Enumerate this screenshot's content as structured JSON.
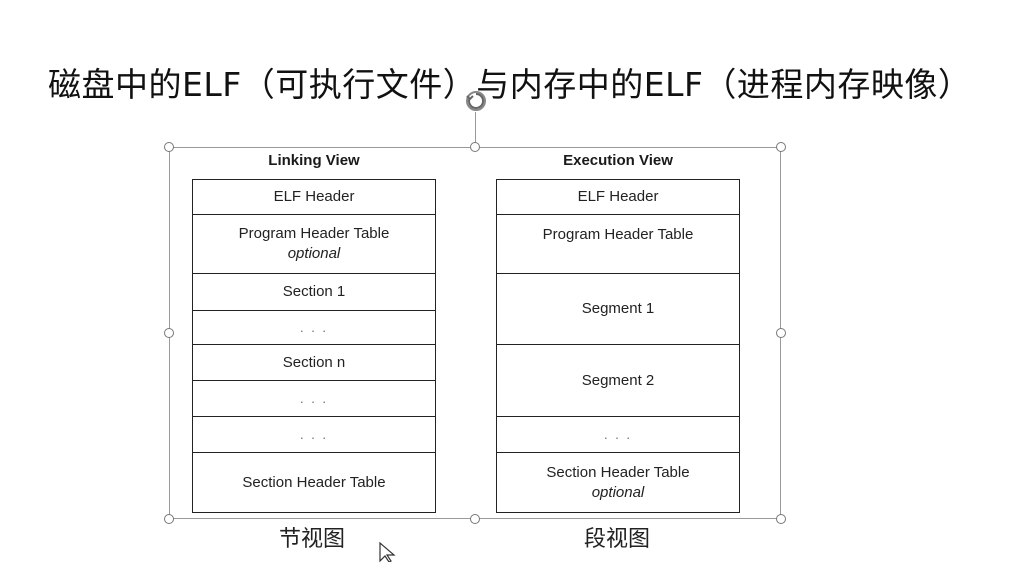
{
  "slide": {
    "title": "磁盘中的ELF（可执行文件）与内存中的ELF（进程内存映像）"
  },
  "linking_view": {
    "heading": "Linking View",
    "caption": "节视图",
    "cells": [
      {
        "label": "ELF Header",
        "sub": ""
      },
      {
        "label": "Program Header Table",
        "sub": "optional"
      },
      {
        "label": "Section 1",
        "sub": ""
      },
      {
        "label": ". . .",
        "sub": ""
      },
      {
        "label": "Section n",
        "sub": ""
      },
      {
        "label": ". . .",
        "sub": ""
      },
      {
        "label": ". . .",
        "sub": ""
      },
      {
        "label": "Section Header Table",
        "sub": ""
      }
    ]
  },
  "execution_view": {
    "heading": "Execution View",
    "caption": "段视图",
    "cells": [
      {
        "label": "ELF Header",
        "sub": ""
      },
      {
        "label": "Program Header Table",
        "sub": ""
      },
      {
        "label": "Segment 1",
        "sub": ""
      },
      {
        "label": "Segment 2",
        "sub": ""
      },
      {
        "label": ". . .",
        "sub": ""
      },
      {
        "label": "Section Header Table",
        "sub": "optional"
      }
    ]
  }
}
